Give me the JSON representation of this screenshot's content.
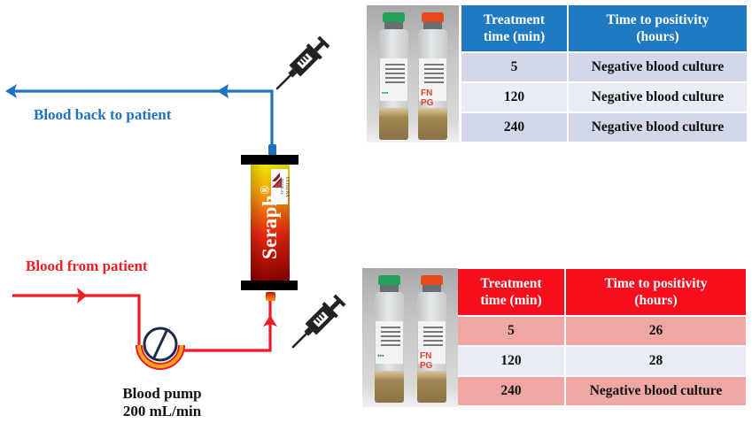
{
  "diagram": {
    "labels": {
      "blood_back": "Blood back to  patient",
      "blood_from": "Blood from patient",
      "pump_line1": "Blood pump",
      "pump_line2": "200 mL/min"
    },
    "device": {
      "name": "Seraph",
      "registered_mark": "®",
      "logo_text": "EXTHERA",
      "logo_subtext": "MEDICAL"
    },
    "colors": {
      "return_line": "#1f72bd",
      "supply_line": "#ef1c24",
      "pump_ring": "#f5a623",
      "cartridge_top": "#f7e000",
      "cartridge_bottom": "#9b0000"
    },
    "icons": [
      "syringe-icon",
      "pump-icon",
      "arrow-left-icon",
      "arrow-right-icon",
      "arrow-up-icon"
    ]
  },
  "tables": {
    "post_device": {
      "header": [
        "Treatment time (min)",
        "Time to positivity (hours)"
      ],
      "header_lines": [
        [
          "Treatment",
          "time (min)"
        ],
        [
          "Time to positivity",
          "(hours)"
        ]
      ],
      "rows": [
        [
          "5",
          "Negative blood culture"
        ],
        [
          "120",
          "Negative blood culture"
        ],
        [
          "240",
          "Negative blood culture"
        ]
      ],
      "header_color": "#1f7ac1"
    },
    "pre_device": {
      "header": [
        "Treatment time (min)",
        "Time to positivity (hours)"
      ],
      "header_lines": [
        [
          "Treatment",
          "time (min)"
        ],
        [
          "Time to positivity",
          "(hours)"
        ]
      ],
      "rows": [
        [
          "5",
          "26"
        ],
        [
          "120",
          "28"
        ],
        [
          "240",
          "Negative blood culture"
        ]
      ],
      "header_color": "#f60e1c"
    }
  },
  "photos": {
    "bottle_label_text": "FN PG"
  }
}
